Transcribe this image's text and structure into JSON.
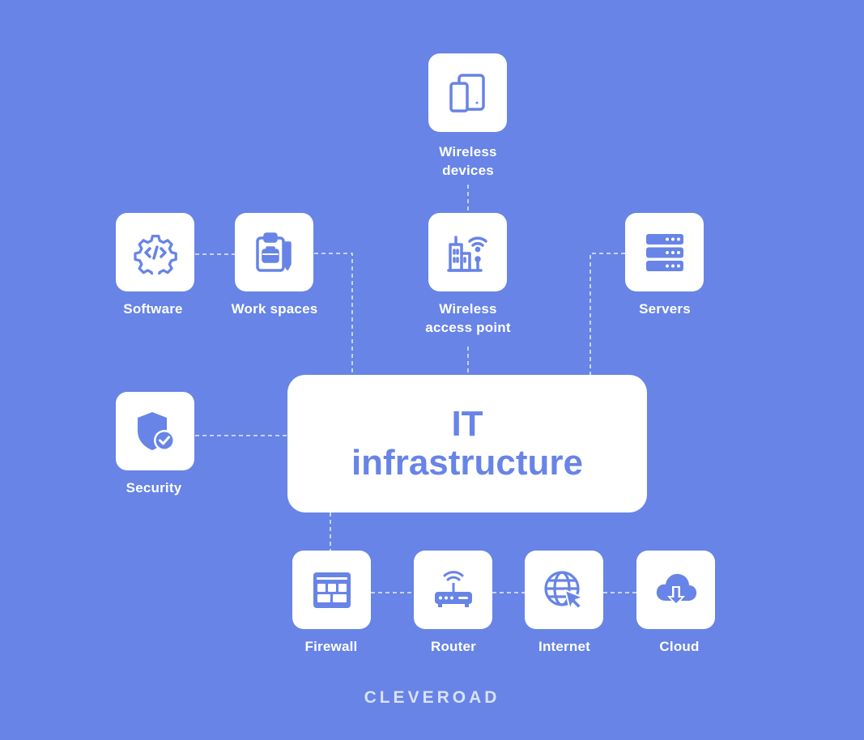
{
  "diagram": {
    "center": {
      "line1": "IT",
      "line2": "infrastructure"
    },
    "nodes": {
      "wireless_devices": {
        "label_line1": "Wireless",
        "label_line2": "devices",
        "icon": "devices-icon"
      },
      "software": {
        "label": "Software",
        "icon": "gear-code-icon"
      },
      "work_spaces": {
        "label": "Work spaces",
        "icon": "clipboard-icon"
      },
      "wireless_access_point": {
        "label_line1": "Wireless",
        "label_line2": "access point",
        "icon": "wifi-building-icon"
      },
      "servers": {
        "label": "Servers",
        "icon": "server-icon"
      },
      "security": {
        "label": "Security",
        "icon": "shield-check-icon"
      },
      "firewall": {
        "label": "Firewall",
        "icon": "firewall-icon"
      },
      "router": {
        "label": "Router",
        "icon": "router-icon"
      },
      "internet": {
        "label": "Internet",
        "icon": "globe-cursor-icon"
      },
      "cloud": {
        "label": "Cloud",
        "icon": "cloud-download-icon"
      }
    }
  },
  "brand": {
    "name": "CLEVEROAD"
  },
  "colors": {
    "background": "#6784E6",
    "tile": "#FFFFFF",
    "icon": "#6784E6",
    "text": "#FFFFFF"
  }
}
